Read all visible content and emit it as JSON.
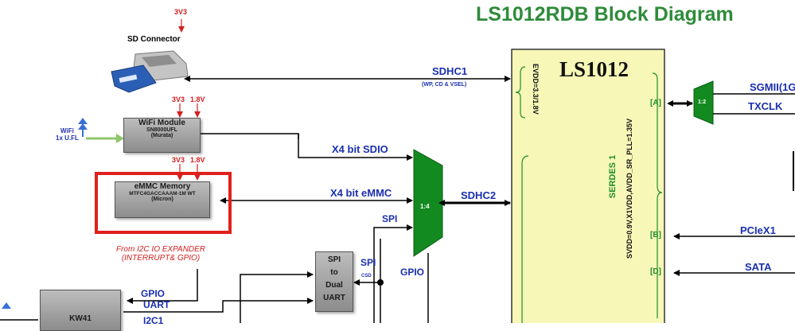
{
  "title": "LS1012RDB Block Diagram",
  "chip": {
    "name": "LS1012",
    "evdd": "EVDD=3.3/1.8V",
    "serdes": "SERDES 1",
    "svdd": "SVDD=0.9V,X1VDD,AVDD_SR_PLL=1.35V",
    "port_a": "[A]",
    "port_b": "[B]",
    "port_d": "[D]"
  },
  "sd_connector": {
    "label": "SD Connector",
    "power": "3V3"
  },
  "wifi_module": {
    "name": "WiFi Module",
    "part": "SN8000UFL",
    "vendor": "(Murata)",
    "power1": "3V3",
    "power2": "1.8V"
  },
  "wifi_antenna": {
    "line1": "WiFi",
    "line2": "1x U.FL"
  },
  "emmc": {
    "name": "eMMC Memory",
    "part": "MTFC4GACCAAAM-1M WT",
    "vendor": "(Micron)",
    "power1": "3V3",
    "power2": "1.8V"
  },
  "signals": {
    "sdhc1": "SDHC1",
    "sdhc1_note": "(WP, CD & VSEL)",
    "x4_sdio": "X4 bit SDIO",
    "x4_emmc": "X4 bit eMMC",
    "sdhc2": "SDHC2",
    "spi_top": "SPI",
    "spi_right": "SPI",
    "csd": "CSD",
    "gpio_mux": "GPIO",
    "gpio_left": "GPIO",
    "uart": "UART",
    "i2c": "I2C1",
    "sgmii": "SGMII(1G",
    "txclk": "TXCLK",
    "pciex1": "PCIeX1",
    "sata": "SATA"
  },
  "mux_14": "1:4",
  "mux_12": "1:2",
  "i2c_expander": {
    "line1": "From I2C IO EXPANDER",
    "line2": "(INTERRUPT& GPIO)"
  },
  "spi_dual_uart": {
    "line1": "SPI",
    "line2": "to",
    "line3": "Dual",
    "line4": "UART"
  },
  "kw41": "KW41",
  "colors": {
    "title_green": "#2e8b3a",
    "chip_fill": "#f7f7b8",
    "mux_green": "#128a1f",
    "signal_blue": "#1a2fb0",
    "power_red": "#d42020",
    "highlight_red": "#e0201b"
  }
}
